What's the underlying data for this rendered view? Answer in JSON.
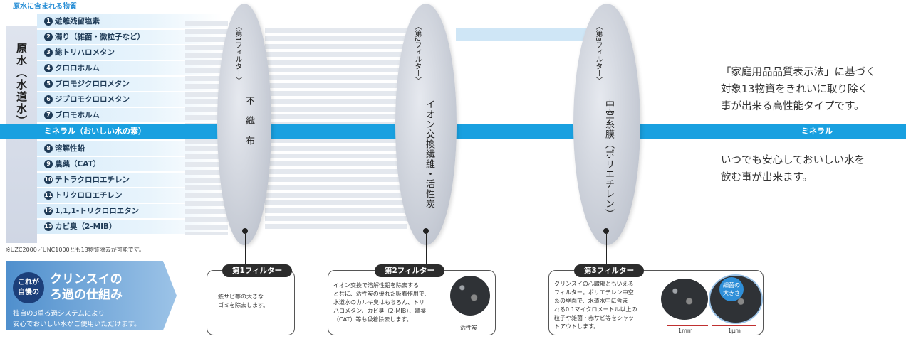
{
  "header": {
    "caption": "原水に含まれる物質"
  },
  "source": {
    "label": "原水（水道水）"
  },
  "substances": [
    {
      "num": "1",
      "label": "遊離残留塩素"
    },
    {
      "num": "2",
      "label": "濁り（雑菌・微粒子など）"
    },
    {
      "num": "3",
      "label": "総トリハロメタン"
    },
    {
      "num": "4",
      "label": "クロロホルム"
    },
    {
      "num": "5",
      "label": "ブロモジクロロメタン"
    },
    {
      "num": "6",
      "label": "ジブロモクロロメタン"
    },
    {
      "num": "7",
      "label": "ブロモホルム"
    },
    {
      "num": "8",
      "label": "溶解性鉛"
    },
    {
      "num": "9",
      "label": "農薬（CAT）"
    },
    {
      "num": "10",
      "label": "テトラクロロエチレン"
    },
    {
      "num": "11",
      "label": "トリクロロエチレン"
    },
    {
      "num": "12",
      "label": "1,1,1-トリクロロエタン"
    },
    {
      "num": "13",
      "label": "カビ臭（2-MIB）"
    }
  ],
  "mineral": {
    "label": "ミネラル（おいしい水の素）",
    "right_label": "ミネラル"
  },
  "filters": [
    {
      "small": "〈第1フィルター〉",
      "main": "不　織　布"
    },
    {
      "small": "〈第2フィルター〉",
      "main": "イオン交換繊維・活性炭"
    },
    {
      "small": "〈第3フィルター〉",
      "main": "中空糸膜（ポリエチレン）"
    }
  ],
  "right_text": {
    "para1": [
      "「家庭用品品質表示法」に基づく",
      "対象13物資をきれいに取り除く",
      "事が出来る高性能タイプです。"
    ],
    "para2": [
      "いつでも安心しておいしい水を",
      "飲む事が出来ます。"
    ]
  },
  "note": "※UZC2000／UNC1000とも13物質除去が可能です。",
  "banner": {
    "badge": [
      "これが",
      "自慢の"
    ],
    "title": [
      "クリンスイの",
      "ろ過の仕組み"
    ],
    "sub": [
      "独自の3重ろ過システムにより",
      "安心でおいしい水がご使用いただけます。"
    ]
  },
  "info_boxes": [
    {
      "tag": "第1フィルター",
      "text": [
        "鉄サビ等の大きな",
        "ゴミを除去します。"
      ]
    },
    {
      "tag": "第2フィルター",
      "text": [
        "イオン交換で溶解性鉛を除去する",
        "と共に、活性炭の優れた吸着作用で、",
        "水道水のカルキ臭はもちろん、トリ",
        "ハロメタン、カビ臭（2-MIB）、農薬",
        "（CAT）等も吸着除去します。"
      ],
      "image_caption": "活性炭"
    },
    {
      "tag": "第3フィルター",
      "text": [
        "クリンスイの心臓部ともいえる",
        "フィルター。ポリエチレン中空",
        "糸の壁面で、水道水中に含ま",
        "れる0.1マイクロメートル以上の",
        "粒子や雑菌・赤サビ等をシャッ",
        "トアウトします。"
      ],
      "magnify_label": [
        "細菌の",
        "大きさ"
      ],
      "dim_left": "1mm",
      "dim_right": "1μm"
    }
  ]
}
